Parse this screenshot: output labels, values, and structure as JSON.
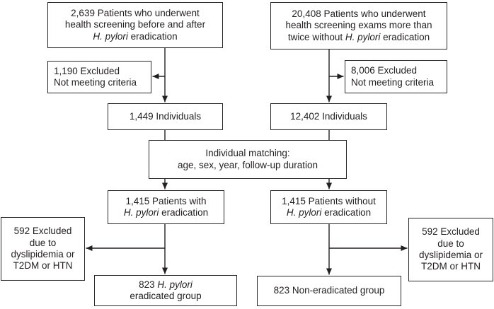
{
  "figure": {
    "background_color": "#ffffff",
    "line_color": "#231f20",
    "text_color": "#231f20"
  },
  "flowchart": {
    "boxes": {
      "screened_with_eradication": {
        "text": "2,639 Patients who underwent\nhealth screening before and after\n*H. pylori* eradication"
      },
      "screened_without_eradication": {
        "text": "20,408 Patients who underwent\nhealth screening exams more than\ntwice without *H. pylori* eradication"
      },
      "excluded_left": {
        "text": "1,190 Excluded\nNot meeting criteria"
      },
      "excluded_right": {
        "text": "8,006 Excluded\nNot meeting criteria"
      },
      "individuals_left": {
        "text": "1,449 Individuals"
      },
      "individuals_right": {
        "text": "12,402 Individuals"
      },
      "matching": {
        "text": "Individual matching:\nage, sex, year, follow-up duration"
      },
      "cohort_with_eradication": {
        "text": "1,415 Patients with\n*H. pylori* eradication"
      },
      "cohort_without_eradication": {
        "text": "1,415 Patients without\n*H. pylori* eradication"
      },
      "excluded_592_left": {
        "text": "592 Excluded\ndue to\ndyslipidemia or\nT2DM or HTN"
      },
      "excluded_592_right": {
        "text": "592 Excluded\ndue to\ndyslipidemia or\nT2DM or HTN"
      },
      "final_eradicated_group": {
        "text": "823 *H. pylori*\neradicated group"
      },
      "final_non_eradicated_group": {
        "text": "823 Non-eradicated group"
      }
    }
  }
}
